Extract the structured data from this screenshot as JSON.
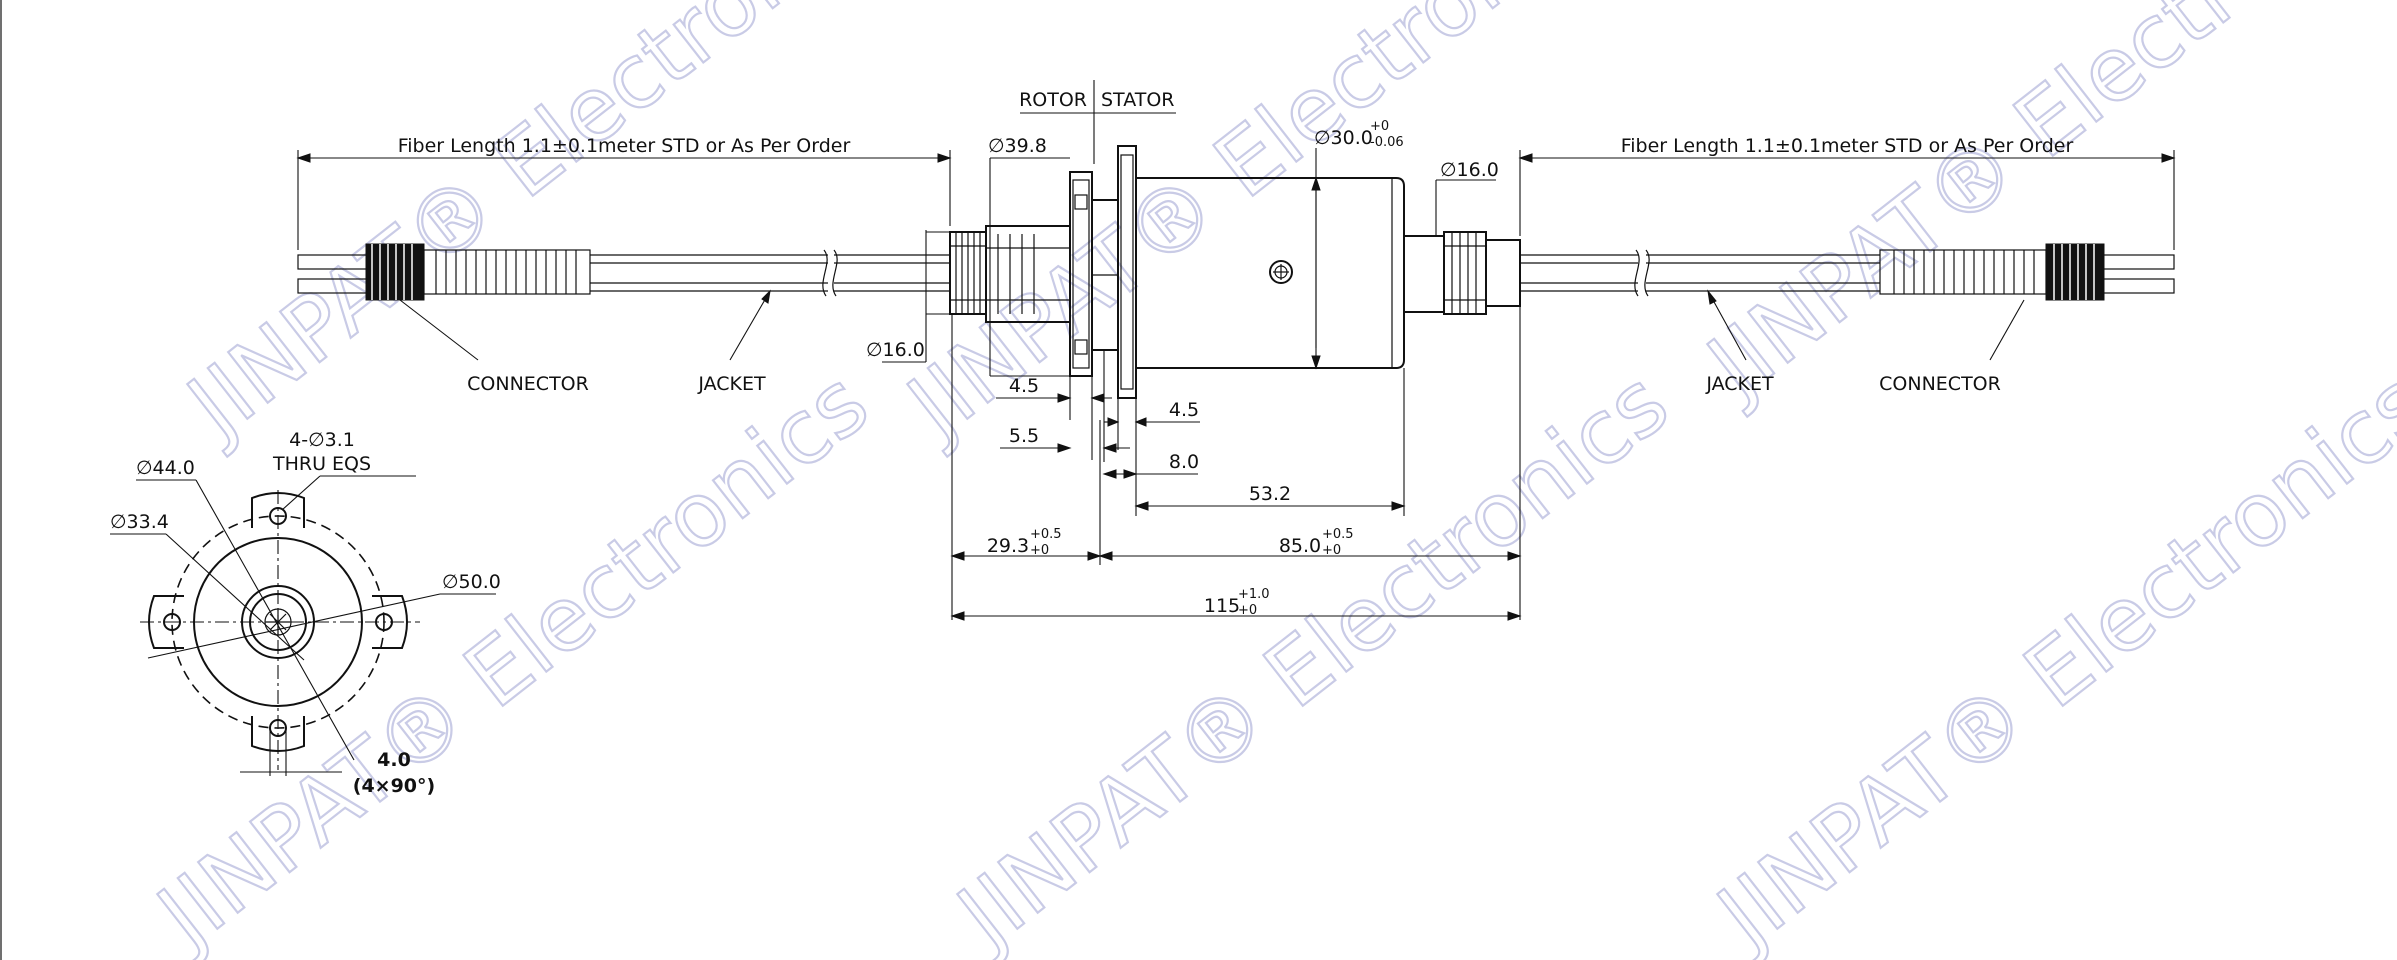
{
  "watermark": {
    "text": "JINPAT® Electronics"
  },
  "labels": {
    "rotor": "ROTOR",
    "stator": "STATOR",
    "fiber_left": "Fiber Length 1.1±0.1meter STD or As Per Order",
    "fiber_right": "Fiber Length 1.1±0.1meter STD or As Per Order",
    "connector_left": "CONNECTOR",
    "jacket_left": "JACKET",
    "jacket_right": "JACKET",
    "connector_right": "CONNECTOR"
  },
  "dims": {
    "d39_8": "∅39.8",
    "d30_base": "∅30.0",
    "d30_sup": "+0",
    "d30_sub": "-0.06",
    "d16_top": "∅16.0",
    "d16_left": "∅16.0",
    "d4_5a": "4.5",
    "d4_5b": "4.5",
    "d5_5": "5.5",
    "d8_0": "8.0",
    "d53_2": "53.2",
    "d29_3": "29.3",
    "d29_3_sup": "+0.5",
    "d29_3_sub": "+0",
    "d85_0": "85.0",
    "d85_0_sup": "+0.5",
    "d85_0_sub": "+0",
    "d115": "115",
    "d115_sup": "+1.0",
    "d115_sub": "+0"
  },
  "flange_view": {
    "holes_line1": "4-∅3.1",
    "holes_line2": "THRU EQS",
    "d44": "∅44.0",
    "d33_4": "∅33.4",
    "d50": "∅50.0",
    "angle_value": "4.0",
    "angle_note": "(4×90°)"
  }
}
